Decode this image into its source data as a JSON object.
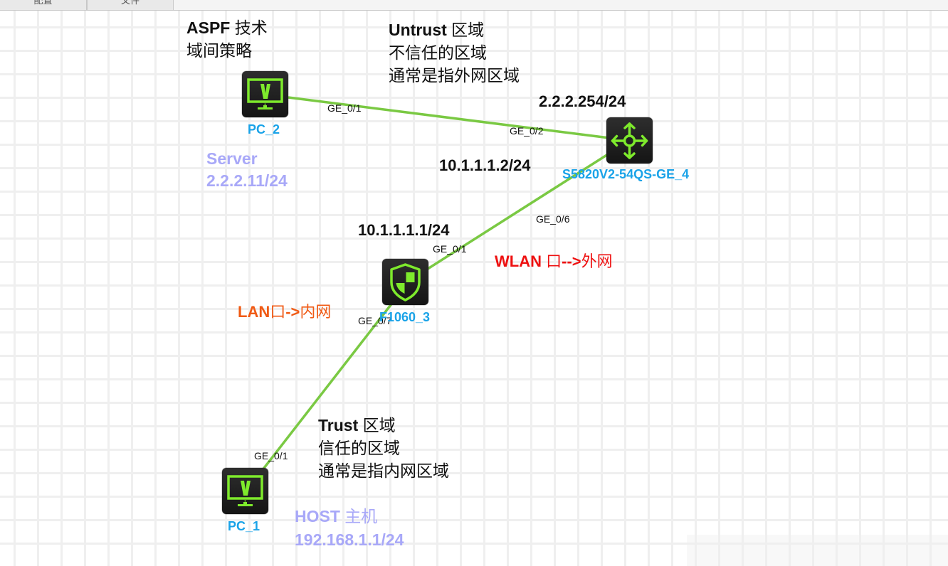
{
  "tabs": [
    {
      "label": "配置"
    },
    {
      "label": "文件"
    }
  ],
  "colors": {
    "link": "#7ac943",
    "device_label": "#1aa3e8",
    "icon_green": "#7eea2c",
    "server_host_text": "#a8a8f8",
    "wan_text": "#ee1111",
    "lan_text": "#f05a14"
  },
  "devices": [
    {
      "id": "pc2",
      "name": "PC_2",
      "icon": "monitor-icon"
    },
    {
      "id": "router",
      "name": "S5820V2-54QS-GE_4",
      "icon": "switch-arrows-icon"
    },
    {
      "id": "fw",
      "name": "F1060_3",
      "icon": "shield-firewall-icon"
    },
    {
      "id": "pc1",
      "name": "PC_1",
      "icon": "monitor-icon"
    }
  ],
  "links": [
    {
      "from": "pc2",
      "from_port": "GE_0/1",
      "to": "router",
      "to_port": "GE_0/2"
    },
    {
      "from": "router",
      "from_port": "GE_0/6",
      "to": "fw",
      "to_port": "GE_0/1"
    },
    {
      "from": "fw",
      "from_port": "GE_0/7",
      "to": "pc1",
      "to_port": "GE_0/1"
    }
  ],
  "notes": {
    "aspf": {
      "line1_bold": "ASPF",
      "line1_cn": "技术",
      "line2": "域间策略"
    },
    "untrust": {
      "line1_bold": "Untrust",
      "line1_cn": "区域",
      "line2": "不信任的区域",
      "line3": "通常是指外网区域"
    },
    "trust": {
      "line1_bold": "Trust",
      "line1_cn": "区域",
      "line2": "信任的区域",
      "line3": "通常是指内网区域"
    },
    "server": {
      "line1": "Server",
      "line2": "2.2.2.11/24"
    },
    "host": {
      "line1_bold": "HOST",
      "line1_cn": "主机",
      "line2": "192.168.1.1/24"
    },
    "wan": {
      "bold": "WLAN",
      "cn": "口",
      "arrow": "-->",
      "cn2": "外网"
    },
    "lan": {
      "bold": "LAN",
      "cn": "口",
      "arrow": "->",
      "cn2": "内网"
    }
  },
  "ips": {
    "router_ge02": "2.2.2.254/24",
    "router_ge06": "10.1.1.1.2/24",
    "fw_ge01": "10.1.1.1.1/24"
  }
}
